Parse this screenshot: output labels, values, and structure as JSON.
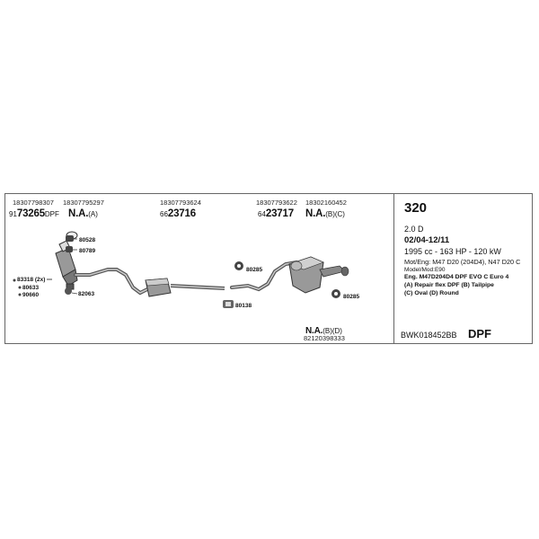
{
  "header": {
    "part_numbers": [
      "18307798307",
      "18307795297",
      "18307793624",
      "18307793622",
      "18302160452"
    ],
    "codes": [
      {
        "small": "91",
        "bold": "73265",
        "tail": "DPF"
      },
      {
        "small": "",
        "bold": "N.A.",
        "tail": "(A)"
      },
      {
        "small": "66",
        "bold": "23716",
        "tail": ""
      },
      {
        "small": "64",
        "bold": "23717",
        "tail": ""
      },
      {
        "small": "",
        "bold": "N.A.",
        "tail": "(B)(C)"
      }
    ]
  },
  "diagram_labels": {
    "l80528": "80528",
    "l80789": "80789",
    "l83318": "83318 (2x)",
    "l80633": "80633",
    "l90660": "90660",
    "l82063": "82063",
    "l80285a": "80285",
    "l80138": "80138",
    "l80285b": "80285"
  },
  "bottom": {
    "bold": "N.A.",
    "tail": "(B)(D)",
    "part_number": "82120398333"
  },
  "spec": {
    "model": "320",
    "engine": "2.0 D",
    "dates": "02/04-12/11",
    "power": "1995 cc - 163 HP - 120 kW",
    "mot": "Mot/Eng: M47 D20 (204D4), N47 D20 C",
    "model_mod": "Model/Mod:E90",
    "eng_line": "Eng. M47D204D4   DPF EVO C   Euro 4",
    "note1": "(A) Repair flex DPF (B) Tailpipe",
    "note2": "(C) Oval (D) Round",
    "kit_code": "BWK018452BB",
    "kit_type": "DPF"
  }
}
